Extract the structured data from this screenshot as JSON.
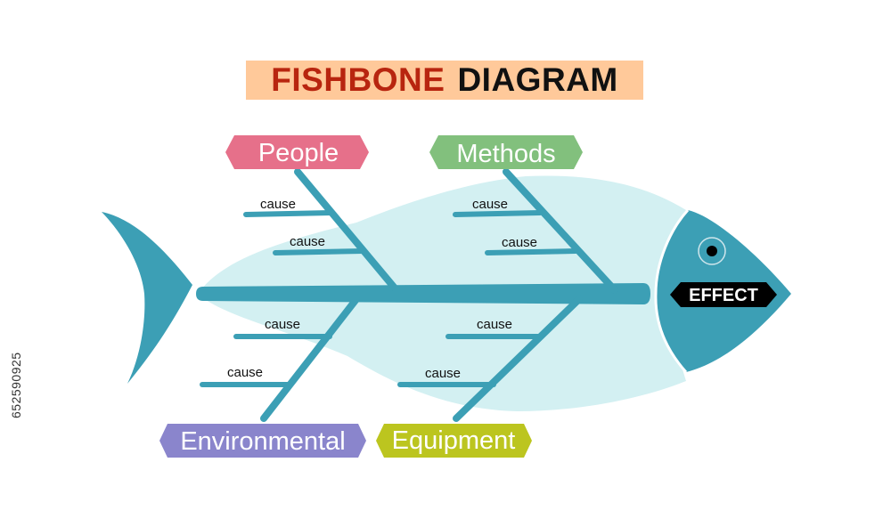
{
  "title": {
    "part1": "FISHBONE",
    "part2": "DIAGRAM"
  },
  "effect": "EFFECT",
  "categories": {
    "people": "People",
    "methods": "Methods",
    "environmental": "Environmental",
    "equipment": "Equipment"
  },
  "cause_label": "cause",
  "stock_id": "652590925",
  "colors": {
    "fish_teal": "#3c9fb5",
    "fish_body_light": "#d3f0f2",
    "people": "#e6708a",
    "methods": "#82c07d",
    "environmental": "#8a85cc",
    "equipment": "#bcc51f",
    "title_bg": "#ffc99a",
    "title_accent": "#b8250f",
    "effect_bg": "#000000"
  }
}
